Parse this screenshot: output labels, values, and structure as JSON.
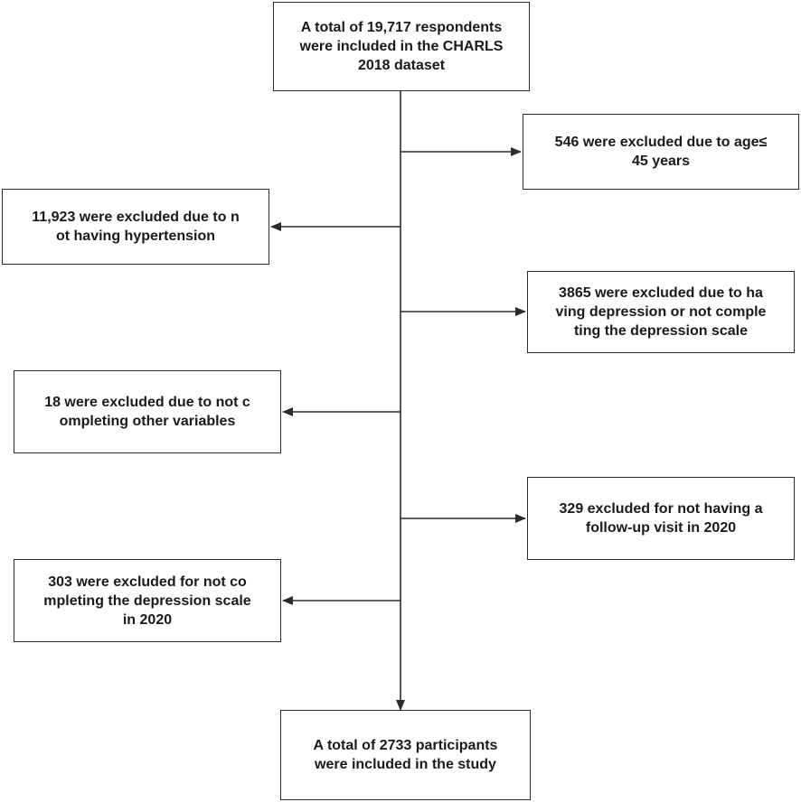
{
  "flowchart": {
    "start": "A total of 19,717 respondents\nwere included in the CHARLS\n2018 dataset",
    "exclusions": [
      "546 were excluded due to age≤\n45 years",
      "11,923 were excluded due to n\not having hypertension",
      "3865 were excluded due to ha\nving depression or not comple\nting the depression scale",
      "18 were excluded due to not c\nompleting other variables",
      "329 excluded for not having a\nfollow-up visit in 2020",
      "303 were excluded for not co\nmpleting the depression scale\nin 2020"
    ],
    "end": "A total of 2733 participants\nwere included in the study"
  },
  "colors": {
    "line": "#2b2b2b",
    "text": "#1a1a1a"
  }
}
